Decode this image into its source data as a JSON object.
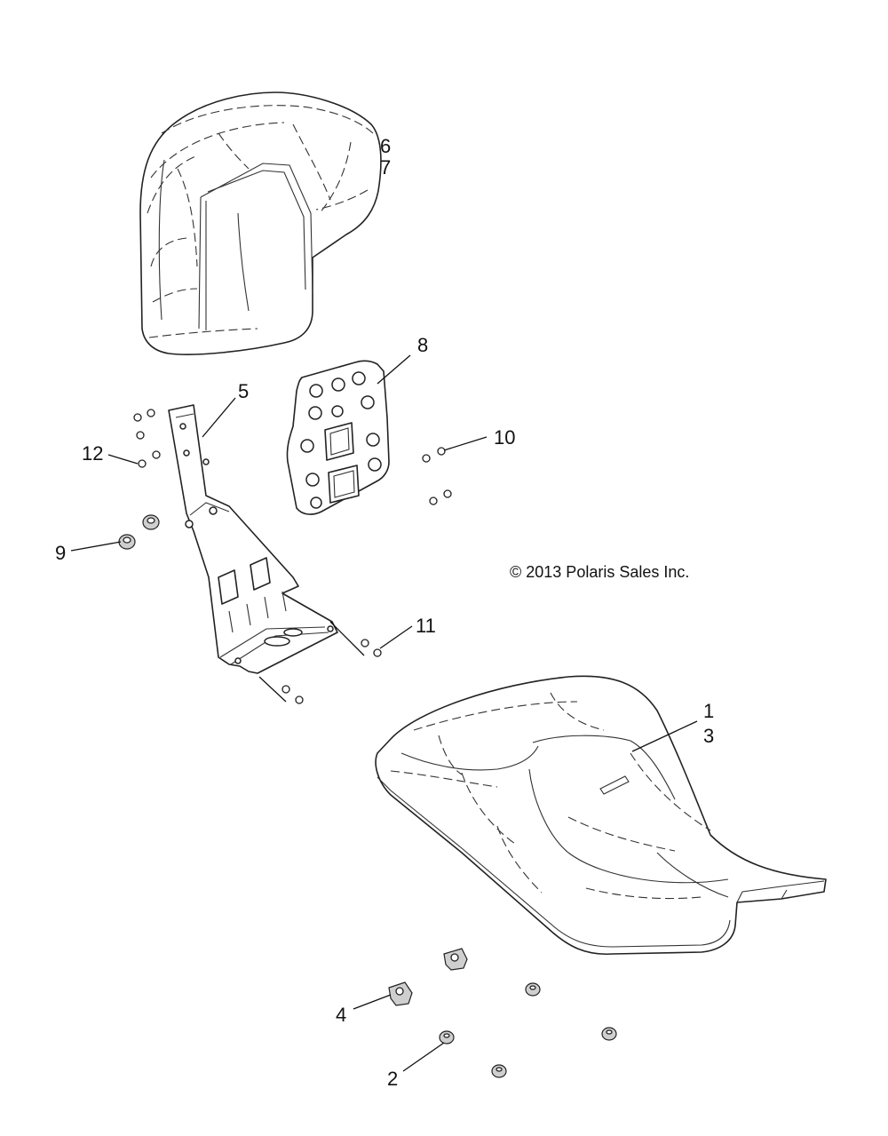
{
  "callouts": {
    "c1": "1",
    "c2": "2",
    "c3": "3",
    "c4": "4",
    "c5": "5",
    "c6": "6",
    "c7": "7",
    "c8": "8",
    "c9": "9",
    "c10": "10",
    "c11": "11",
    "c12": "12"
  },
  "copyright": "© 2013 Polaris Sales Inc."
}
